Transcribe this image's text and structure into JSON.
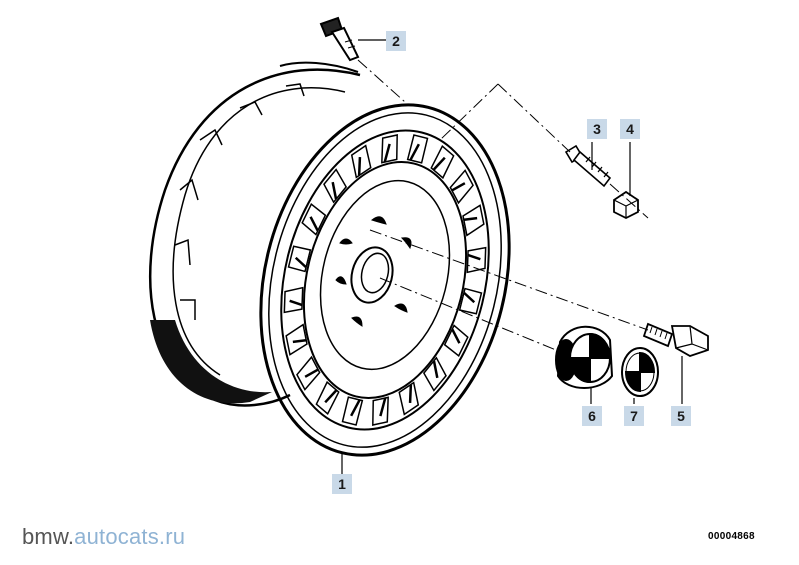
{
  "diagram": {
    "callouts": [
      {
        "id": "1",
        "label": "1"
      },
      {
        "id": "2",
        "label": "2"
      },
      {
        "id": "3",
        "label": "3"
      },
      {
        "id": "4",
        "label": "4"
      },
      {
        "id": "5",
        "label": "5"
      },
      {
        "id": "6",
        "label": "6"
      },
      {
        "id": "7",
        "label": "7"
      }
    ],
    "part_number": "00004868"
  },
  "watermark": {
    "part1": "bmw.",
    "part2": "autocats.ru"
  },
  "colors": {
    "callout_bg": "#c9d9e8",
    "line": "#000000",
    "watermark_grey": "#555555",
    "watermark_blue": "#8fb3d4"
  }
}
